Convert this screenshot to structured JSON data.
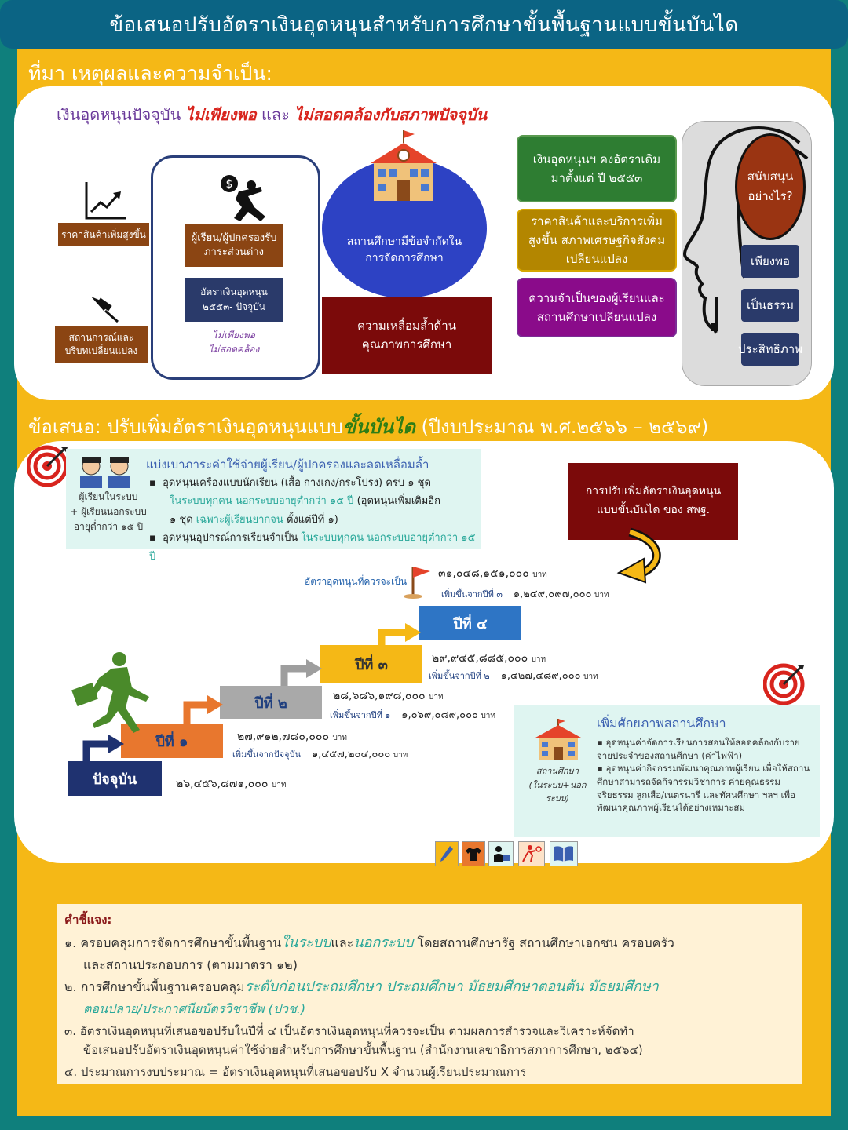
{
  "title": "ข้อเสนอปรับอัตราเงินอุดหนุนสำหรับการศึกษาขั้นพื้นฐานแบบขั้นบันได",
  "section1": {
    "heading": "ที่มา เหตุผลและความจำเป็น:",
    "lead": "เงินอุดหนุนปัจจุบัน",
    "lead_red1": "ไม่เพียงพอ",
    "lead_and": "และ",
    "lead_red2": "ไม่สอดคล้องกับสภาพปัจจุบัน",
    "price_label": "ราคาสินค้าเพิ่มสูงขึ้น",
    "situation_label": "สถานการณ์และบริบทเปลี่ยนแปลง",
    "burden_label": "ผู้เรียน/ผู้ปกครองรับภาระส่วนต่าง",
    "rate_label": "อัตราเงินอุดหนุน ๒๕๕๓- ปัจจุบัน",
    "insufficient": "ไม่เพียงพอ",
    "inconsistent": "ไม่สอดคล้อง",
    "school_limited": "สถานศึกษามีข้อจำกัดในการจัดการศึกษา",
    "inequality": "ความเหลื่อมล้ำด้านคุณภาพการศึกษา",
    "box_green": "เงินอุดหนุนฯ คงอัตราเดิมมาตั้งแต่ ปี ๒๕๕๓",
    "box_olive": "ราคาสินค้าและบริการเพิ่มสูงขึ้น สภาพเศรษฐกิจสังคมเปลี่ยนแปลง",
    "box_purple": "ความจำเป็นของผู้เรียนและสถานศึกษาเปลี่ยนแปลง",
    "head_question": "สนับสนุนอย่างไร?",
    "criteria": [
      "เพียงพอ",
      "เป็นธรรม",
      "ประสิทธิภาพ"
    ]
  },
  "section2": {
    "heading_prefix": "ข้อเสนอ: ปรับเพิ่มอัตราเงินอุดหนุนแบบ",
    "heading_hl": "ขั้นบันได",
    "heading_suffix": "(ปีงบประมาณ พ.ศ.๒๕๖๖ – ๒๕๖๙)",
    "target_title": "แบ่งเบาภาระค่าใช้จ่ายผู้เรียน/ผู้ปกครองและลดเหลื่อมล้ำ",
    "students_label1": "ผู้เรียนในระบบ",
    "students_label2": "+ ผู้เรียนนอกระบบ อายุต่ำกว่า ๑๕ ปี",
    "bullet1_a": "อุดหนุนเครื่องแบบนักเรียน (เสื้อ กางเกง/กระโปรง) ครบ ๑ ชุด",
    "bullet1_b_hl": "ในระบบทุกคน นอกระบบอายุต่ำกว่า ๑๕ ปี",
    "bullet1_b": "(อุดหนุนเพิ่มเติมอีก",
    "bullet1_c": "๑ ชุด",
    "bullet1_c_hl": "เฉพาะผู้เรียนยากจน",
    "bullet1_c2": "ตั้งแต่ปีที่ ๑)",
    "bullet2": "อุดหนุนอุปกรณ์การเรียนจำเป็น",
    "bullet2_hl": "ในระบบทุกคน นอกระบบอายุต่ำกว่า ๑๕ ปี",
    "obec_box": "การปรับเพิ่มอัตราเงินอุดหนุนแบบขั้นบันได ของ สพฐ.",
    "ideal_label": "อัตราอุดหนุนที่ควรจะเป็น",
    "baht": "บาท",
    "ideal_amount": "๓๑,๐๔๘,๑๕๑,๐๐๐",
    "ideal_inc_label": "เพิ่มขึ้นจากปีที่ ๓",
    "ideal_inc": "๑,๒๔๙,๐๙๗,๐๐๐",
    "steps": [
      {
        "label": "ปีที่ ๔"
      },
      {
        "label": "ปีที่ ๓",
        "amount": "๒๙,๙๔๕,๘๘๕,๐๐๐",
        "inc_label": "เพิ่มขึ้นจากปีที่ ๒",
        "inc": "๑,๔๒๗,๔๘๙,๐๐๐"
      },
      {
        "label": "ปีที่ ๒",
        "amount": "๒๘,๖๘๖,๑๙๘,๐๐๐",
        "inc_label": "เพิ่มขึ้นจากปีที่ ๑",
        "inc": "๑,๐๖๙,๐๘๙,๐๐๐"
      },
      {
        "label": "ปีที่ ๑",
        "amount": "๒๗,๙๑๒,๗๘๐,๐๐๐",
        "inc_label": "เพิ่มขึ้นจากปัจจุบัน",
        "inc": "๑,๔๕๗,๒๐๔,๐๐๐"
      },
      {
        "label": "ปัจจุบัน",
        "amount": "๒๖,๔๕๖,๘๗๑,๐๐๐"
      }
    ],
    "capacity_title": "เพิ่มศักยภาพสถานศึกษา",
    "capacity_b1": "อุดหนุนค่าจัดการเรียนการสอนให้สอดคล้องกับรายจ่ายประจำของสถานศึกษา (ค่าไฟฟ้า)",
    "capacity_b2": "อุดหนุนค่ากิจกรรมพัฒนาคุณภาพผู้เรียน เพื่อให้สถานศึกษาสามารถจัดกิจกรรมวิชาการ ค่ายคุณธรรมจริยธรรม ลูกเสือ/เนตรนารี และทัศนศึกษา ฯลฯ เพื่อพัฒนาคุณภาพผู้เรียนได้อย่างเหมาะสม",
    "school_caption1": "สถานศึกษา",
    "school_caption2": "(ในระบบ+นอกระบบ)"
  },
  "notes": {
    "heading": "คำชี้แจง:",
    "n1_a": "๑. ครอบคลุมการจัดการศึกษาขั้นพื้นฐาน",
    "n1_hl1": "ในระบบ",
    "n1_b": "และ",
    "n1_hl2": "นอกระบบ",
    "n1_c": "โดยสถานศึกษารัฐ สถานศึกษาเอกชน ครอบครัว",
    "n1_d": "และสถานประกอบการ (ตามมาตรา ๑๒)",
    "n2_a": "๒. การศึกษาขั้นพื้นฐานครอบคลุม",
    "n2_hl": "ระดับก่อนประถมศึกษา ประถมศึกษา มัธยมศึกษาตอนต้น มัธยมศึกษา",
    "n2_hl2": "ตอนปลาย/ประกาศนียบัตรวิชาชีพ (ปวช.)",
    "n3_a": "๓. อัตราเงินอุดหนุนที่เสนอขอปรับในปีที่ ๔ เป็นอัตราเงินอุดหนุนที่ควรจะเป็น ตามผลการสำรวจและวิเคราะห์จัดทำ",
    "n3_b": "ข้อเสนอปรับอัตราเงินอุดหนุนค่าใช้จ่ายสำหรับการศึกษาขั้นพื้นฐาน (สำนักงานเลขาธิการสภาการศึกษา, ๒๕๖๔)",
    "n4": "๔. ประมาณการงบประมาณ = อัตราเงินอุดหนุนที่เสนอขอปรับ X จำนวนผู้เรียนประมาณการ"
  },
  "icons": [
    "pencil-icon",
    "shirt-icon",
    "student-icon",
    "sport-icon",
    "book-icon"
  ]
}
